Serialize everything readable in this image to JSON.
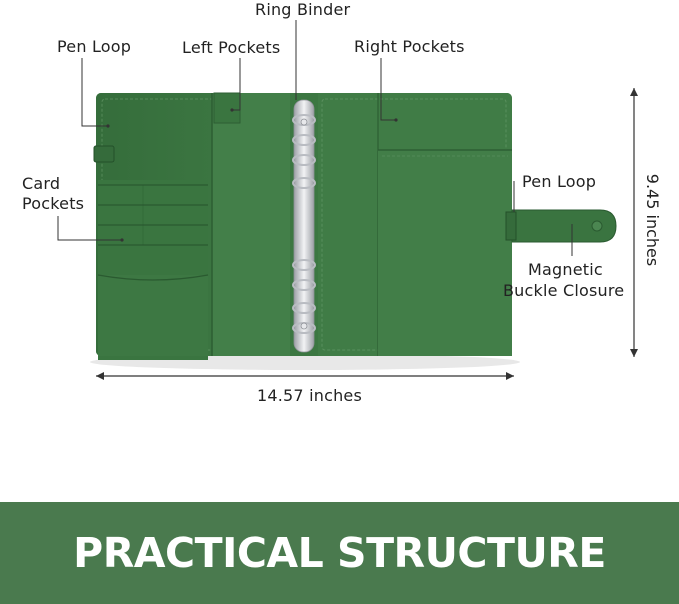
{
  "labels": {
    "ring_binder": "Ring Binder",
    "pen_loop_left": "Pen Loop",
    "left_pockets": "Left Pockets",
    "right_pockets": "Right Pockets",
    "card_pockets_line1": "Card",
    "card_pockets_line2": "Pockets",
    "pen_loop_right": "Pen Loop",
    "magnetic_line1": "Magnetic",
    "magnetic_line2": "Buckle Closure",
    "width": "14.57 inches",
    "height": "9.45 inches"
  },
  "banner": {
    "title": "PRACTICAL STRUCTURE"
  },
  "colors": {
    "leather": "#3f7a45",
    "leather_dark": "#2f6236",
    "stitch": "#6fa273",
    "metal": "#c9cbd0",
    "banner": "#4a7a4e"
  }
}
